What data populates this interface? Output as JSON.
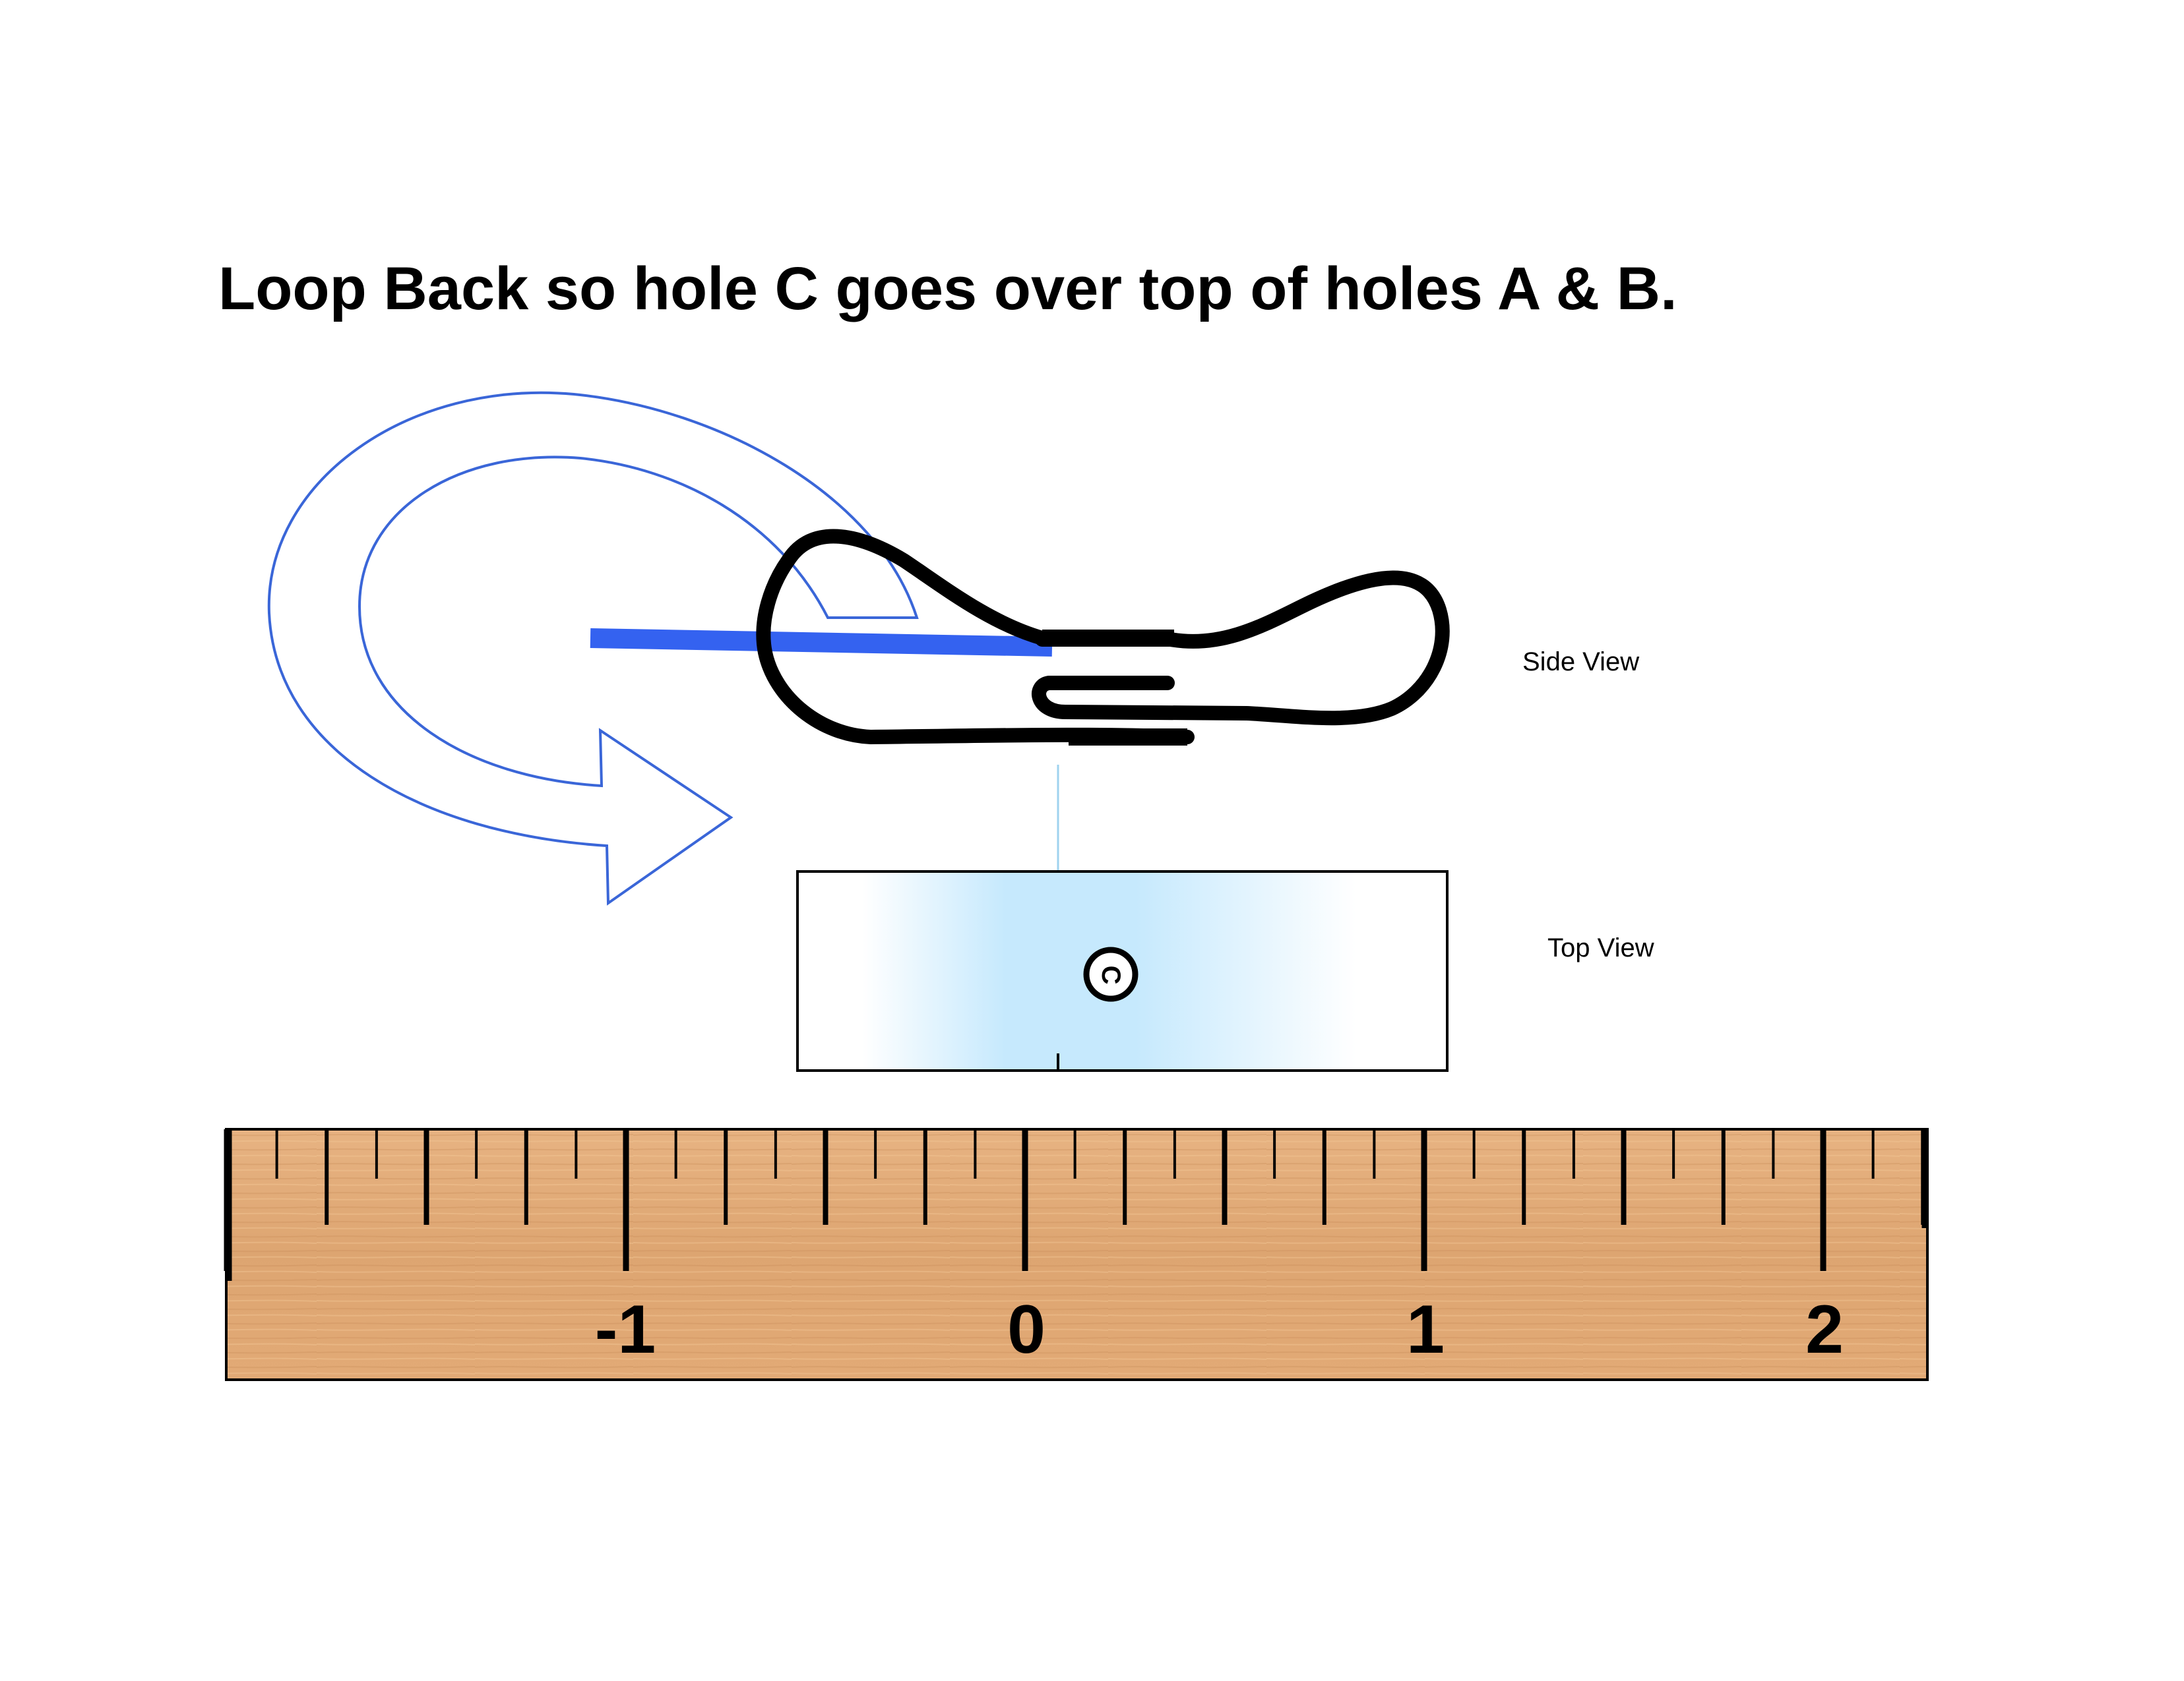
{
  "title": "Loop Back so hole C goes over top of holes A & B.",
  "labels": {
    "side_view": "Side View",
    "top_view": "Top View",
    "hole": "C"
  },
  "ruler": {
    "numbers": [
      "-1",
      "0",
      "1",
      "2"
    ]
  },
  "colors": {
    "arrow_outline": "#3a66d8",
    "blue_bar": "#3462f0",
    "strap_fill_center": "#c6e9fd",
    "wood": "#e0a874",
    "ink": "#000000"
  }
}
